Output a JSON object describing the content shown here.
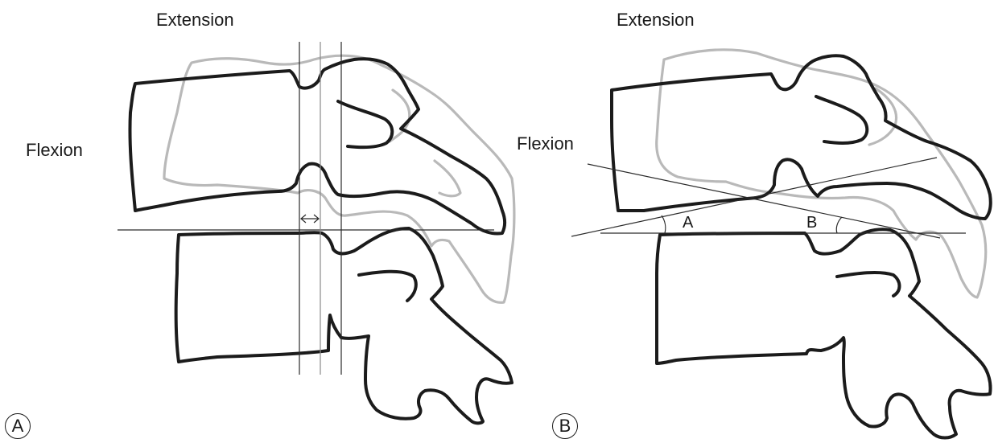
{
  "figure": {
    "panel_a": {
      "extension_label": "Extension",
      "flexion_label": "Flexion",
      "panel_letter": "A"
    },
    "panel_b": {
      "extension_label": "Extension",
      "flexion_label": "Flexion",
      "angle_a_label": "A",
      "angle_b_label": "B",
      "panel_letter": "B"
    }
  }
}
